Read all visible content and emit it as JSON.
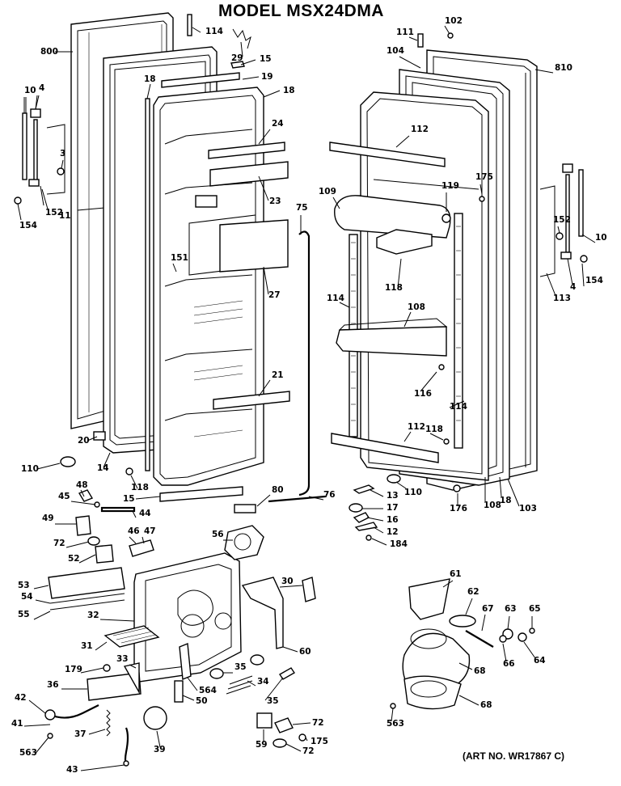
{
  "title": "MODEL MSX24DMA",
  "art_number": "(ART NO. WR17867 C)",
  "callouts": [
    {
      "id": "c800",
      "text": "800"
    },
    {
      "id": "c10a",
      "text": "10"
    },
    {
      "id": "c4a",
      "text": "4"
    },
    {
      "id": "c3",
      "text": "3"
    },
    {
      "id": "c154a",
      "text": "154"
    },
    {
      "id": "c152a",
      "text": "152"
    },
    {
      "id": "c11",
      "text": "11"
    },
    {
      "id": "c18a",
      "text": "18"
    },
    {
      "id": "c114",
      "text": "114"
    },
    {
      "id": "c29",
      "text": "29"
    },
    {
      "id": "c15a",
      "text": "15"
    },
    {
      "id": "c19",
      "text": "19"
    },
    {
      "id": "c18b",
      "text": "18"
    },
    {
      "id": "c24",
      "text": "24"
    },
    {
      "id": "c23",
      "text": "23"
    },
    {
      "id": "c151",
      "text": "151"
    },
    {
      "id": "c27",
      "text": "27"
    },
    {
      "id": "c75",
      "text": "75"
    },
    {
      "id": "c21",
      "text": "21"
    },
    {
      "id": "c20",
      "text": "20"
    },
    {
      "id": "c110a",
      "text": "110"
    },
    {
      "id": "c14",
      "text": "14"
    },
    {
      "id": "c118a",
      "text": "118"
    },
    {
      "id": "c15b",
      "text": "15"
    },
    {
      "id": "c80",
      "text": "80"
    },
    {
      "id": "c76",
      "text": "76"
    },
    {
      "id": "c102",
      "text": "102"
    },
    {
      "id": "c111",
      "text": "111"
    },
    {
      "id": "c104",
      "text": "104"
    },
    {
      "id": "c810",
      "text": "810"
    },
    {
      "id": "c112a",
      "text": "112"
    },
    {
      "id": "c175a",
      "text": "175"
    },
    {
      "id": "c109",
      "text": "109"
    },
    {
      "id": "c119",
      "text": "119"
    },
    {
      "id": "c152b",
      "text": "152"
    },
    {
      "id": "c10b",
      "text": "10"
    },
    {
      "id": "c118b",
      "text": "118"
    },
    {
      "id": "c154b",
      "text": "154"
    },
    {
      "id": "c4b",
      "text": "4"
    },
    {
      "id": "c113",
      "text": "113"
    },
    {
      "id": "c114b",
      "text": "114"
    },
    {
      "id": "c108",
      "text": "108"
    },
    {
      "id": "c116",
      "text": "116"
    },
    {
      "id": "c114c",
      "text": "114"
    },
    {
      "id": "c112b",
      "text": "112"
    },
    {
      "id": "c118c",
      "text": "118"
    },
    {
      "id": "c110b",
      "text": "110"
    },
    {
      "id": "c13",
      "text": "13"
    },
    {
      "id": "c17",
      "text": "17"
    },
    {
      "id": "c16",
      "text": "16"
    },
    {
      "id": "c12",
      "text": "12"
    },
    {
      "id": "c184",
      "text": "184"
    },
    {
      "id": "c176",
      "text": "176"
    },
    {
      "id": "c108b",
      "text": "108"
    },
    {
      "id": "c18c",
      "text": "18"
    },
    {
      "id": "c103",
      "text": "103"
    },
    {
      "id": "c48",
      "text": "48"
    },
    {
      "id": "c45",
      "text": "45"
    },
    {
      "id": "c44",
      "text": "44"
    },
    {
      "id": "c49",
      "text": "49"
    },
    {
      "id": "c46",
      "text": "46"
    },
    {
      "id": "c47",
      "text": "47"
    },
    {
      "id": "c72a",
      "text": "72"
    },
    {
      "id": "c52",
      "text": "52"
    },
    {
      "id": "c56",
      "text": "56"
    },
    {
      "id": "c53",
      "text": "53"
    },
    {
      "id": "c54",
      "text": "54"
    },
    {
      "id": "c55",
      "text": "55"
    },
    {
      "id": "c32",
      "text": "32"
    },
    {
      "id": "c30",
      "text": "30"
    },
    {
      "id": "c31",
      "text": "31"
    },
    {
      "id": "c33",
      "text": "33"
    },
    {
      "id": "c60",
      "text": "60"
    },
    {
      "id": "c179",
      "text": "179"
    },
    {
      "id": "c35a",
      "text": "35"
    },
    {
      "id": "c36",
      "text": "36"
    },
    {
      "id": "c564",
      "text": "564"
    },
    {
      "id": "c34",
      "text": "34"
    },
    {
      "id": "c50",
      "text": "50"
    },
    {
      "id": "c35b",
      "text": "35"
    },
    {
      "id": "c42",
      "text": "42"
    },
    {
      "id": "c41",
      "text": "41"
    },
    {
      "id": "c37",
      "text": "37"
    },
    {
      "id": "c563a",
      "text": "563"
    },
    {
      "id": "c39",
      "text": "39"
    },
    {
      "id": "c43",
      "text": "43"
    },
    {
      "id": "c59",
      "text": "59"
    },
    {
      "id": "c72b",
      "text": "72"
    },
    {
      "id": "c175b",
      "text": "175"
    },
    {
      "id": "c72c",
      "text": "72"
    },
    {
      "id": "c61",
      "text": "61"
    },
    {
      "id": "c62",
      "text": "62"
    },
    {
      "id": "c67",
      "text": "67"
    },
    {
      "id": "c63",
      "text": "63"
    },
    {
      "id": "c65",
      "text": "65"
    },
    {
      "id": "c66",
      "text": "66"
    },
    {
      "id": "c64",
      "text": "64"
    },
    {
      "id": "c68a",
      "text": "68"
    },
    {
      "id": "c68b",
      "text": "68"
    },
    {
      "id": "c563b",
      "text": "563"
    }
  ]
}
